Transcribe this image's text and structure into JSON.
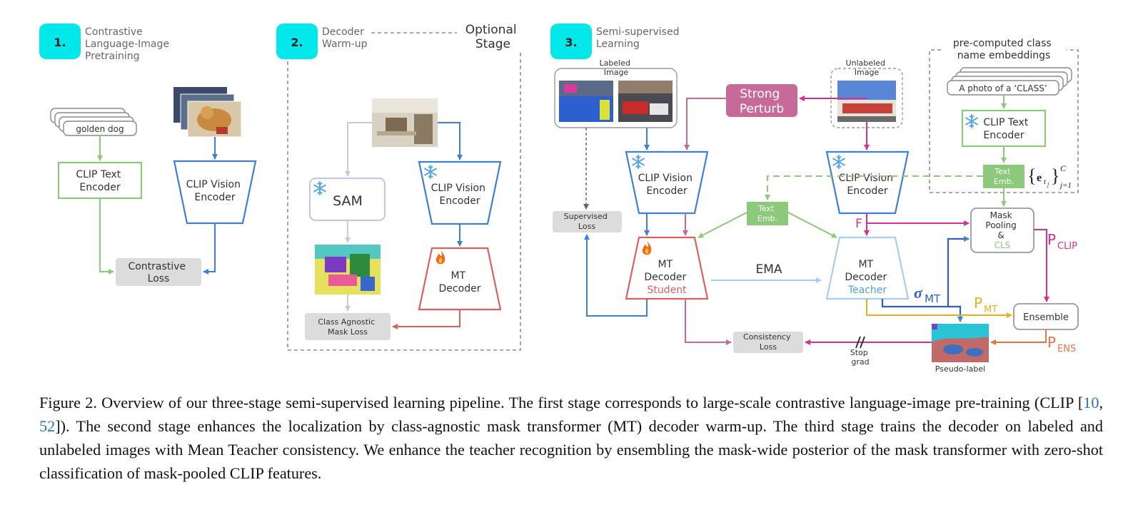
{
  "stage1": {
    "number": "1.",
    "title_lines": [
      "Contrastive",
      "Language-Image",
      "Pretraining"
    ],
    "text_input": "golden dog",
    "text_encoder_lines": [
      "CLIP Text",
      "Encoder"
    ],
    "vision_encoder_lines": [
      "CLIP Vision",
      "Encoder"
    ],
    "loss_lines": [
      "Contrastive",
      "Loss"
    ]
  },
  "stage2": {
    "number": "2.",
    "title_lines": [
      "Decoder",
      "Warm-up"
    ],
    "optional_lines": [
      "Optional",
      "Stage"
    ],
    "sam": "SAM",
    "vision_encoder_lines": [
      "CLIP Vision",
      "Encoder"
    ],
    "decoder_lines": [
      "MT",
      "Decoder"
    ],
    "loss_lines": [
      "Class Agnostic",
      "Mask Loss"
    ]
  },
  "stage3": {
    "number": "3.",
    "title_lines": [
      "Semi-supervised",
      "Learning"
    ],
    "labeled_image_lines": [
      "Labeled",
      "Image"
    ],
    "unlabeled_image_lines": [
      "Unlabeled",
      "Image"
    ],
    "strong_perturb_lines": [
      "Strong",
      "Perturb"
    ],
    "precomputed_lines": [
      "pre-computed class",
      "name embeddings"
    ],
    "prompt_text": "A photo of a ‘CLASS’",
    "clip_text_encoder_lines": [
      "CLIP Text",
      "Encoder"
    ],
    "text_emb_lines": [
      "Text",
      "Emb."
    ],
    "embedding_set": "{e_tj}_{j=1}^C",
    "vision_encoder_lines": [
      "CLIP Vision",
      "Encoder"
    ],
    "supervised_loss_lines": [
      "Supervised",
      "Loss"
    ],
    "student_lines": [
      "MT",
      "Decoder",
      "Student"
    ],
    "teacher_lines": [
      "MT",
      "Decoder",
      "Teacher"
    ],
    "ema": "EMA",
    "f_label": "F",
    "mask_pooling_lines": [
      "Mask",
      "Pooling",
      "&",
      "CLS"
    ],
    "p_clip": "CLIP",
    "sigma_mt": "MT",
    "p_mt": "MT",
    "ensemble": "Ensemble",
    "p_ens": "ENS",
    "consistency_loss_lines": [
      "Consistency",
      "Loss"
    ],
    "stop_grad_lines": [
      "Stop",
      "grad"
    ],
    "pseudo_label": "Pseudo-label"
  },
  "caption": {
    "part1": "Figure 2. Overview of our three-stage semi-supervised learning pipeline. The first stage corresponds to large-scale contrastive language-image pre-training (CLIP [",
    "cite1": "10",
    "sep": ", ",
    "cite2": "52",
    "part2": "]). The second stage enhances the localization by class-agnostic mask transformer (MT) decoder warm-up. The third stage trains the decoder on labeled and unlabeled images with Mean Teacher consistency. We enhance the teacher recognition by ensembling the mask-wide posterior of the mask transformer with zero-shot classification of mask-pooled CLIP features."
  },
  "colors": {
    "stage_badge": "#00e8ea",
    "text_green": "#8cc97a",
    "vision_blue": "#3f7fd4",
    "light_blue": "#a9cdf0",
    "decoder_red": "#dd6060",
    "magenta": "#d9308f",
    "pink_perturb": "#c76a9a",
    "orange": "#e6744a",
    "yellow": "#e6b31e",
    "grey_loss": "#dcdcdc"
  }
}
